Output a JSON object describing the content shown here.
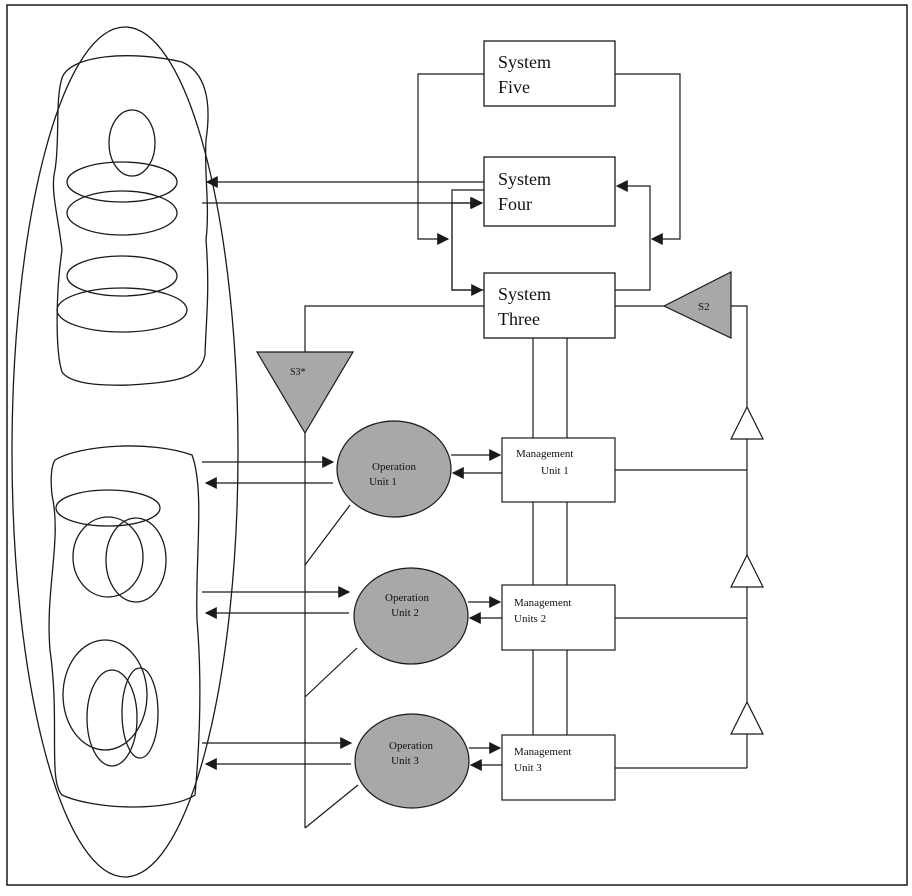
{
  "diagram": {
    "system_five": {
      "line1": "System",
      "line2": "Five"
    },
    "system_four": {
      "line1": "System",
      "line2": "Four"
    },
    "system_three": {
      "line1": "System",
      "line2": "Three"
    },
    "s2": "S2",
    "s3star": "S3*",
    "operation_units": [
      {
        "line1": "Operation",
        "line2": "Unit 1"
      },
      {
        "line1": "Operation",
        "line2": "Unit 2"
      },
      {
        "line1": "Operation",
        "line2": "Unit 3"
      }
    ],
    "management_units": [
      {
        "line1": "Management",
        "line2": "Unit 1"
      },
      {
        "line1": "Management",
        "line2": "Units 2"
      },
      {
        "line1": "Management",
        "line2": "Unit 3"
      }
    ],
    "colors": {
      "line": "#1a1a1a",
      "fill_grey": "#a8a8a8",
      "background": "#ffffff"
    }
  }
}
